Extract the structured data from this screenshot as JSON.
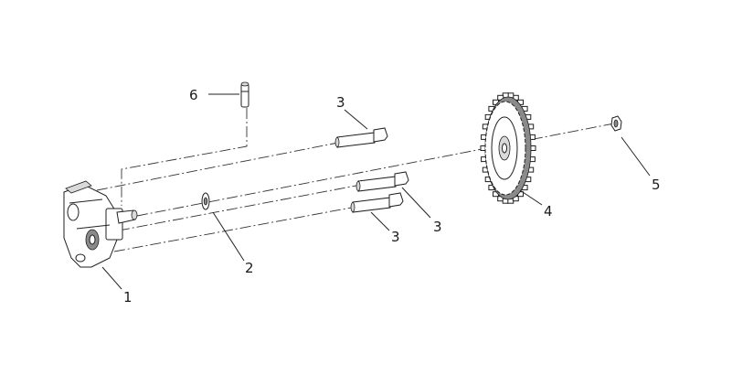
{
  "callouts": {
    "c1": "1",
    "c2": "2",
    "c3a": "3",
    "c3b": "3",
    "c3c": "3",
    "c4": "4",
    "c5": "5",
    "c6": "6"
  },
  "colors": {
    "line": "#1f1f1f",
    "background": "#ffffff"
  }
}
